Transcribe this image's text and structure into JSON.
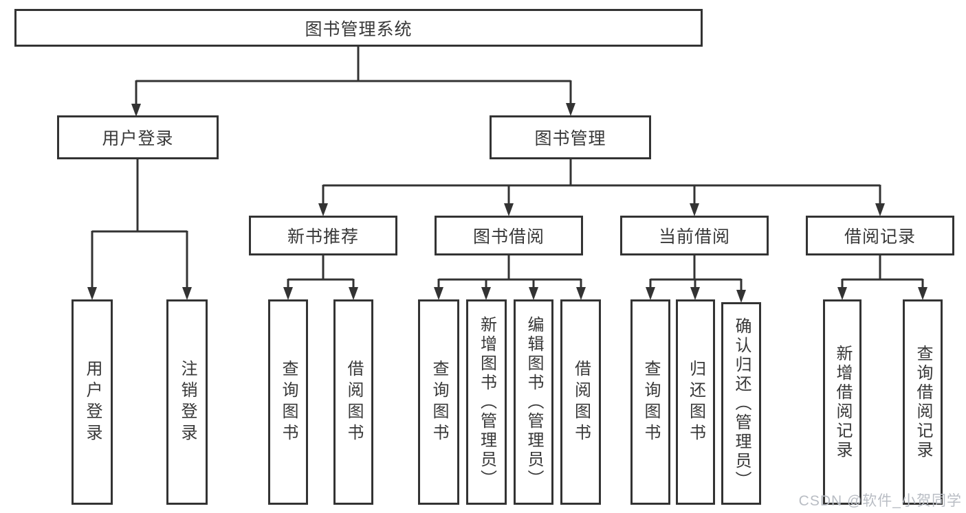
{
  "colors": {
    "line": "#333333",
    "box_border": "#333333",
    "text": "#383838",
    "background": "#ffffff",
    "watermark": "#b9bdc4"
  },
  "tree": {
    "root": {
      "label": "图书管理系统",
      "children": [
        {
          "label": "用户登录",
          "children": [
            {
              "label": "用户登录"
            },
            {
              "label": "注销登录"
            }
          ]
        },
        {
          "label": "图书管理",
          "children": [
            {
              "label": "新书推荐",
              "children": [
                {
                  "label": "查询图书"
                },
                {
                  "label": "借阅图书"
                }
              ]
            },
            {
              "label": "图书借阅",
              "children": [
                {
                  "label": "查询图书"
                },
                {
                  "label": "新增图书（管理员）"
                },
                {
                  "label": "编辑图书（管理员）"
                },
                {
                  "label": "借阅图书"
                }
              ]
            },
            {
              "label": "当前借阅",
              "children": [
                {
                  "label": "查询图书"
                },
                {
                  "label": "归还图书"
                },
                {
                  "label": "确认归还（管理员）"
                }
              ]
            },
            {
              "label": "借阅记录",
              "children": [
                {
                  "label": "新增借阅记录"
                },
                {
                  "label": "查询借阅记录"
                }
              ]
            }
          ]
        }
      ]
    }
  },
  "watermark": {
    "text": "CSDN @软件_小贺同学"
  }
}
